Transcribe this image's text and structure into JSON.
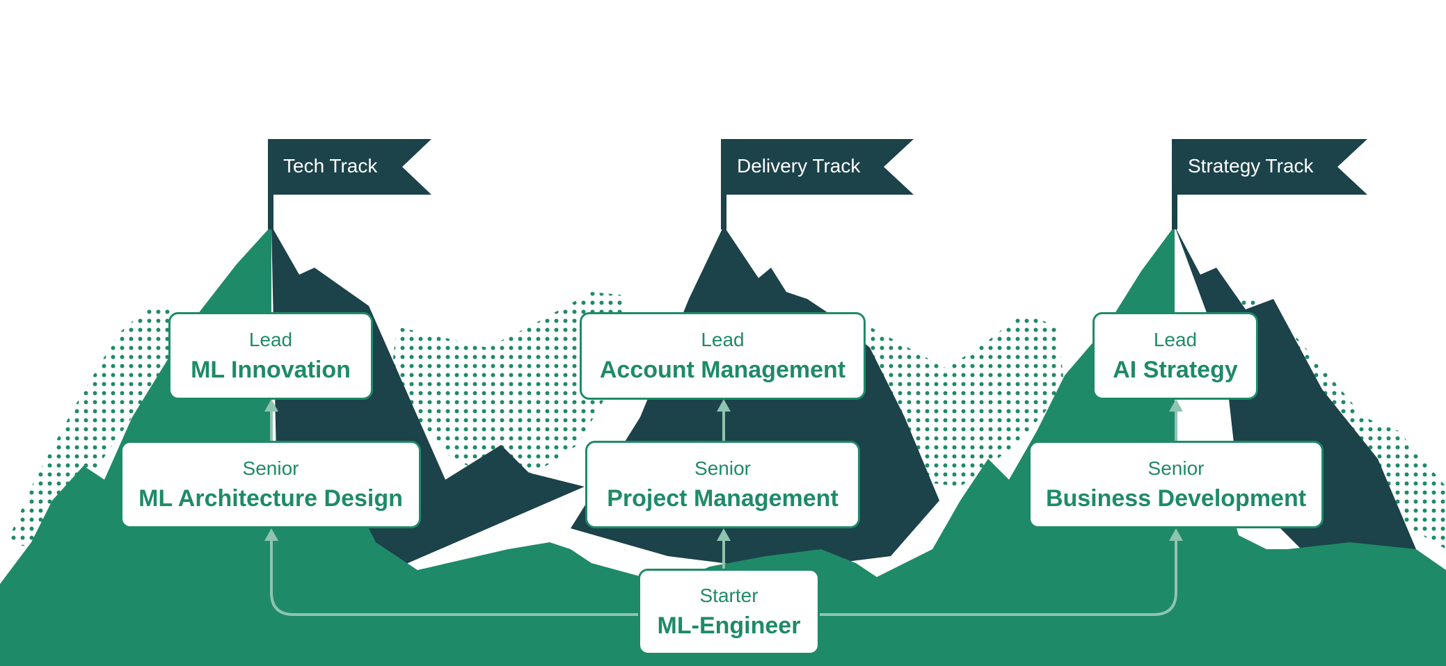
{
  "colors": {
    "dark": "#1c424a",
    "green": "#1e8a68",
    "connector": "#8fc4b0",
    "box_bg": "#ffffff"
  },
  "tracks": [
    {
      "flag": "Tech Track",
      "lead": {
        "level": "Lead",
        "title": "ML Innovation"
      },
      "senior": {
        "level": "Senior",
        "title": "ML Architecture Design"
      }
    },
    {
      "flag": "Delivery Track",
      "lead": {
        "level": "Lead",
        "title": "Account Management"
      },
      "senior": {
        "level": "Senior",
        "title": "Project Management"
      }
    },
    {
      "flag": "Strategy Track",
      "lead": {
        "level": "Lead",
        "title": "AI Strategy"
      },
      "senior": {
        "level": "Senior",
        "title": "Business Development"
      }
    }
  ],
  "starter": {
    "level": "Starter",
    "title": "ML-Engineer"
  }
}
